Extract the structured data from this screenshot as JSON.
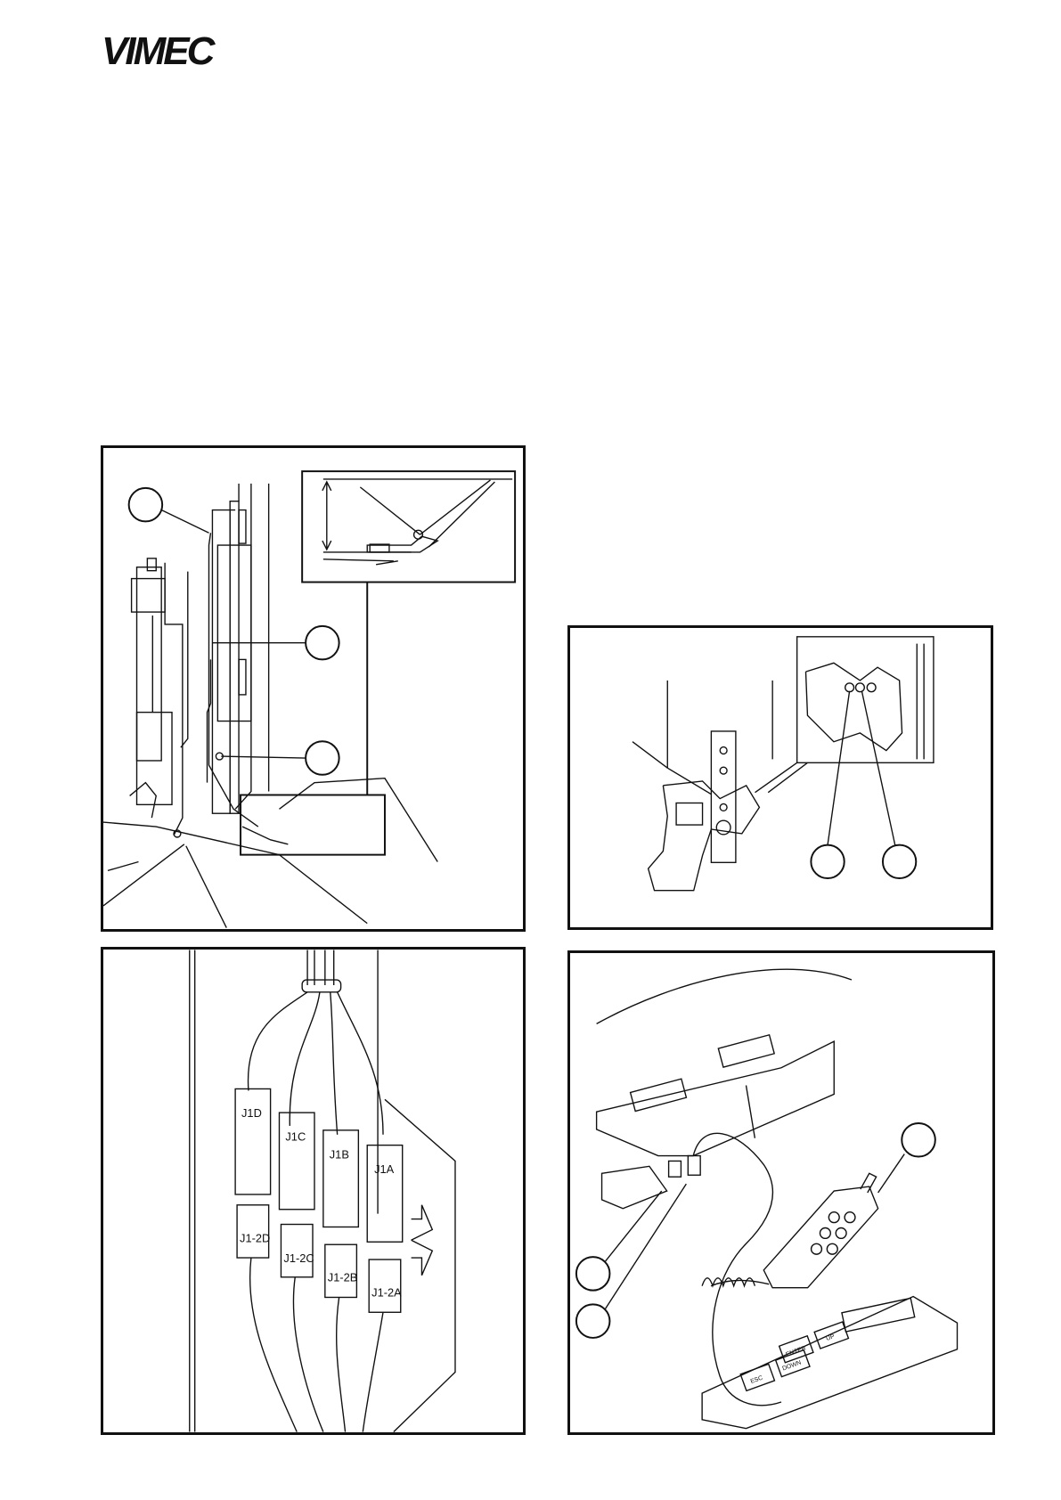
{
  "brand": {
    "logo_text": "VIMEC"
  },
  "connectors": {
    "upper": [
      "J1D",
      "J1C",
      "J1B",
      "J1A"
    ],
    "lower": [
      "J1-2D",
      "J1-2C",
      "J1-2B",
      "J1-2A"
    ]
  },
  "keypad": {
    "enter": "ENTER",
    "up": "UP",
    "esc": "ESC",
    "down": "DOWN"
  },
  "colors": {
    "ink": "#111111",
    "paper": "#ffffff"
  }
}
